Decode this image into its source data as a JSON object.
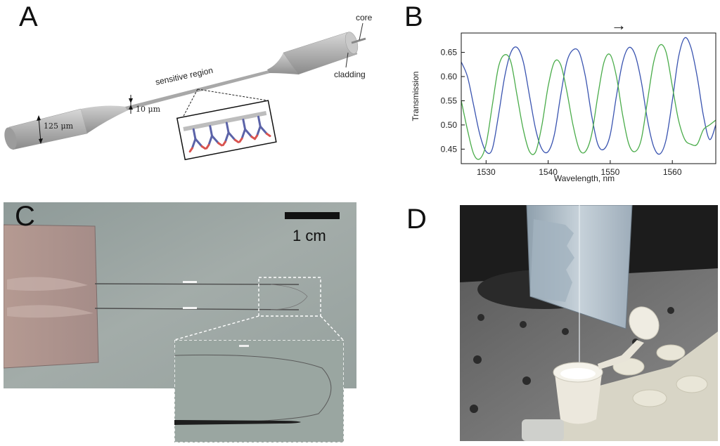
{
  "panels": {
    "a": {
      "letter": "A"
    },
    "b": {
      "letter": "B"
    },
    "c": {
      "letter": "C"
    },
    "d": {
      "letter": "D"
    }
  },
  "diagram_a": {
    "label_core": "core",
    "label_cladding": "cladding",
    "label_sensitive": "sensitive region",
    "label_taper_diameter": "10 μm",
    "label_fiber_diameter": "125 μm"
  },
  "photo_c": {
    "scale_label": "1 cm"
  },
  "chart_data": {
    "type": "line",
    "xlabel": "Wavelength, nm",
    "ylabel": "Transmission",
    "xlim": [
      1526,
      1567
    ],
    "ylim": [
      0.42,
      0.69
    ],
    "xticks": [
      "1530",
      "1540",
      "1550",
      "1560"
    ],
    "yticks": [
      "0.65",
      "0.60",
      "0.55",
      "0.50",
      "0.45"
    ],
    "annotation": "→",
    "grid": false,
    "series": [
      {
        "color": "#3a54b0",
        "x": [
          1526,
          1527,
          1528,
          1529,
          1530,
          1531,
          1532,
          1533,
          1534,
          1535,
          1536,
          1537,
          1538,
          1539,
          1540,
          1541,
          1542,
          1543,
          1544,
          1545,
          1546,
          1547,
          1548,
          1549,
          1550,
          1551,
          1552,
          1553,
          1554,
          1555,
          1556,
          1557,
          1558,
          1559,
          1560,
          1561,
          1562,
          1563,
          1564,
          1565,
          1566,
          1567
        ],
        "values": [
          0.63,
          0.6,
          0.54,
          0.48,
          0.445,
          0.45,
          0.52,
          0.6,
          0.65,
          0.66,
          0.63,
          0.56,
          0.49,
          0.45,
          0.445,
          0.48,
          0.56,
          0.63,
          0.655,
          0.65,
          0.6,
          0.52,
          0.46,
          0.45,
          0.48,
          0.56,
          0.63,
          0.66,
          0.645,
          0.59,
          0.51,
          0.455,
          0.44,
          0.47,
          0.55,
          0.64,
          0.68,
          0.66,
          0.6,
          0.52,
          0.47,
          0.5
        ]
      },
      {
        "color": "#4aac4a",
        "x": [
          1526,
          1527,
          1528,
          1529,
          1530,
          1531,
          1532,
          1533,
          1534,
          1535,
          1536,
          1537,
          1538,
          1539,
          1540,
          1541,
          1542,
          1543,
          1544,
          1545,
          1546,
          1547,
          1548,
          1549,
          1550,
          1551,
          1552,
          1553,
          1554,
          1555,
          1556,
          1557,
          1558,
          1559,
          1560,
          1561,
          1562,
          1563,
          1564,
          1565,
          1566,
          1567
        ],
        "values": [
          0.55,
          0.49,
          0.44,
          0.43,
          0.46,
          0.54,
          0.62,
          0.645,
          0.63,
          0.56,
          0.49,
          0.445,
          0.445,
          0.5,
          0.58,
          0.63,
          0.625,
          0.57,
          0.5,
          0.45,
          0.445,
          0.48,
          0.56,
          0.63,
          0.645,
          0.6,
          0.52,
          0.46,
          0.445,
          0.47,
          0.55,
          0.63,
          0.665,
          0.65,
          0.58,
          0.51,
          0.47,
          0.46,
          0.46,
          0.49,
          0.5,
          0.51
        ]
      }
    ]
  }
}
